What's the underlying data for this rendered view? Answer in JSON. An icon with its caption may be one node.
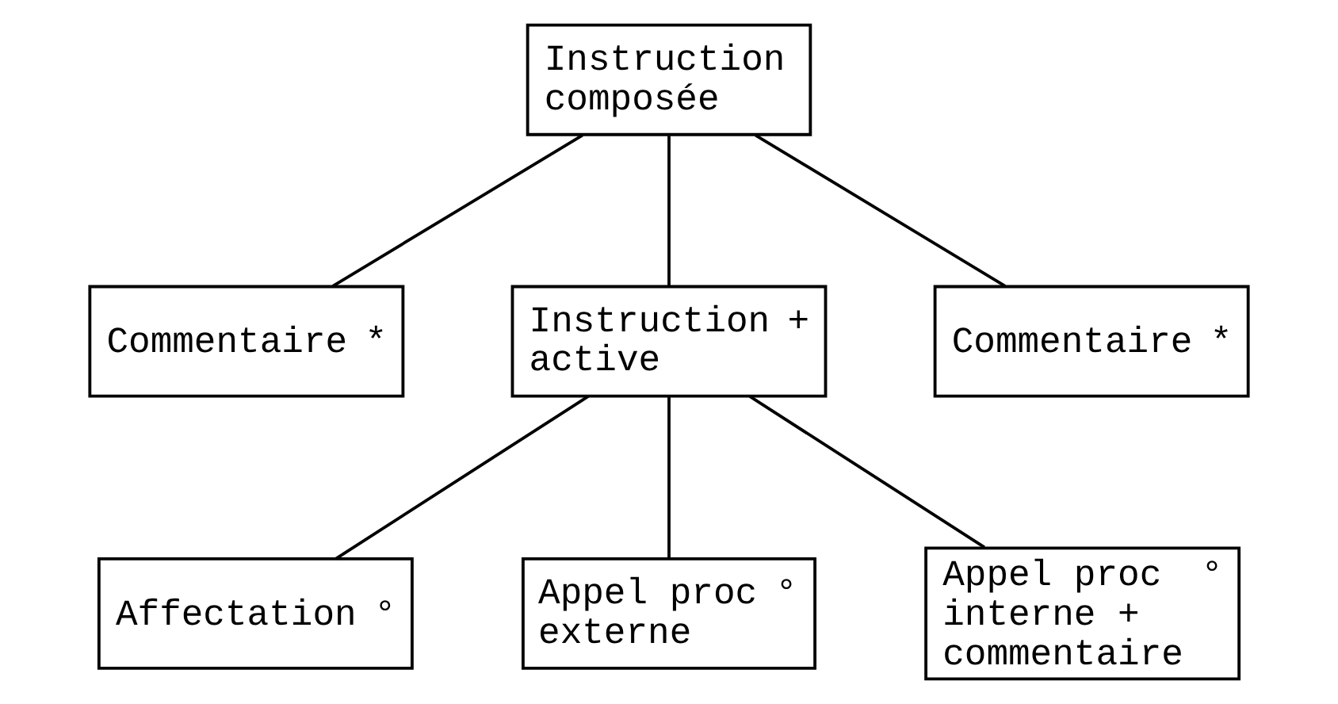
{
  "diagram": {
    "nodes": [
      {
        "text": [
          "Instruction composée"
        ]
      },
      {
        "text": [
          "Commentaire",
          "*"
        ]
      },
      {
        "text": [
          "Instruction active",
          "+"
        ]
      },
      {
        "text": [
          "Commentaire",
          "*"
        ]
      },
      {
        "text": [
          "Affectation",
          "°"
        ]
      },
      {
        "text": [
          "Appel proc externe",
          "°"
        ]
      },
      {
        "text": [
          "Appel proc interne + commentaire",
          "°"
        ]
      }
    ],
    "edges": [
      {
        "from": 0,
        "to": 1,
        "arrow": "none"
      },
      {
        "from": 0,
        "to": 2,
        "arrow": "none"
      },
      {
        "from": 0,
        "to": 3,
        "arrow": "none"
      },
      {
        "from": 2,
        "to": 4,
        "arrow": "none"
      },
      {
        "from": 2,
        "to": 5,
        "arrow": "none"
      },
      {
        "from": 2,
        "to": 6,
        "arrow": "none"
      }
    ]
  }
}
